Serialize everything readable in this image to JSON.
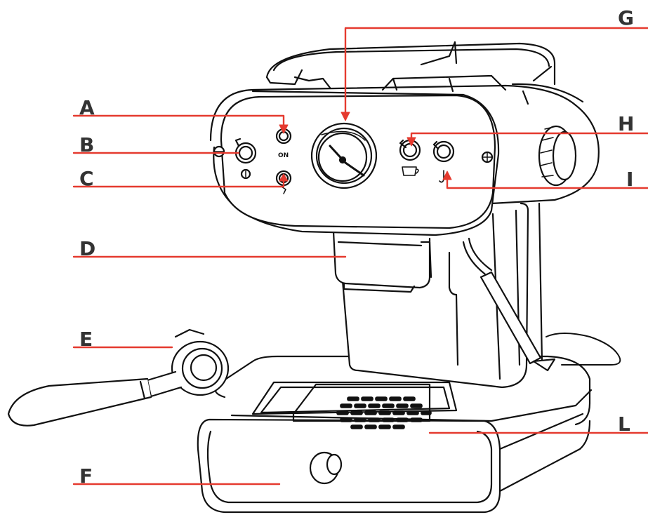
{
  "colors": {
    "leader": "#e53a2f",
    "outline": "#111111",
    "label": "#333333",
    "background": "#ffffff"
  },
  "callouts": [
    {
      "id": "A",
      "text": "A"
    },
    {
      "id": "B",
      "text": "B"
    },
    {
      "id": "C",
      "text": "C"
    },
    {
      "id": "D",
      "text": "D"
    },
    {
      "id": "E",
      "text": "E"
    },
    {
      "id": "F",
      "text": "F"
    },
    {
      "id": "G",
      "text": "G"
    },
    {
      "id": "H",
      "text": "H"
    },
    {
      "id": "I",
      "text": "I"
    },
    {
      "id": "L",
      "text": "L"
    }
  ],
  "panel": {
    "on_label": "ON"
  }
}
